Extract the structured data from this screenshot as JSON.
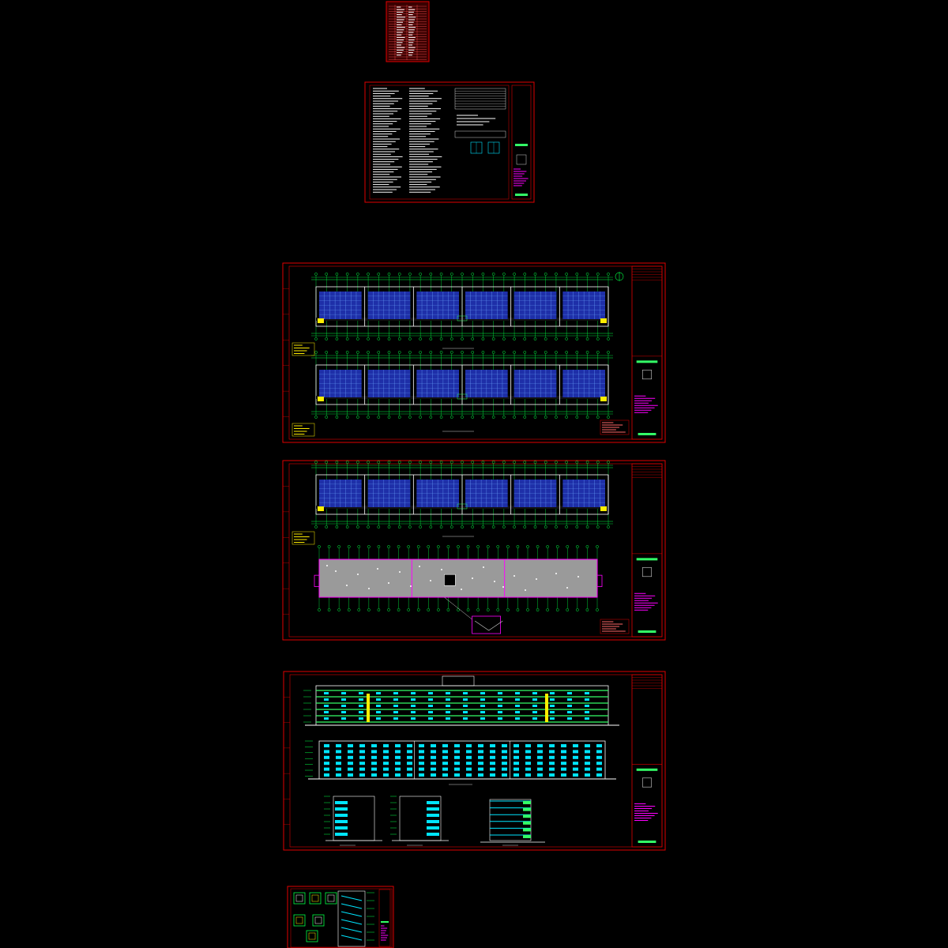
{
  "viewer": {
    "background": "#000000"
  },
  "colors": {
    "frame": "#e00000",
    "title_block": "#e00000",
    "grid_line": "#00ff44",
    "cell": "#1e2fa8",
    "cell_grid": "#6fa8ff",
    "wall": "#ffffff",
    "window": "#00e5ff",
    "floor_line": "#33ff66",
    "accent": "#ffee00",
    "magenta": "#ff00ff",
    "roof": "#9a9a9a",
    "text": "#cfcfcf"
  },
  "sheets": [
    {
      "id": "cover-table",
      "kind": "table"
    },
    {
      "id": "design-notes",
      "kind": "notes"
    },
    {
      "id": "plan-1",
      "kind": "floor-plans"
    },
    {
      "id": "plan-2",
      "kind": "floor-and-roof-plans"
    },
    {
      "id": "elevations",
      "kind": "elevations-sections"
    },
    {
      "id": "stair-details",
      "kind": "details"
    }
  ]
}
